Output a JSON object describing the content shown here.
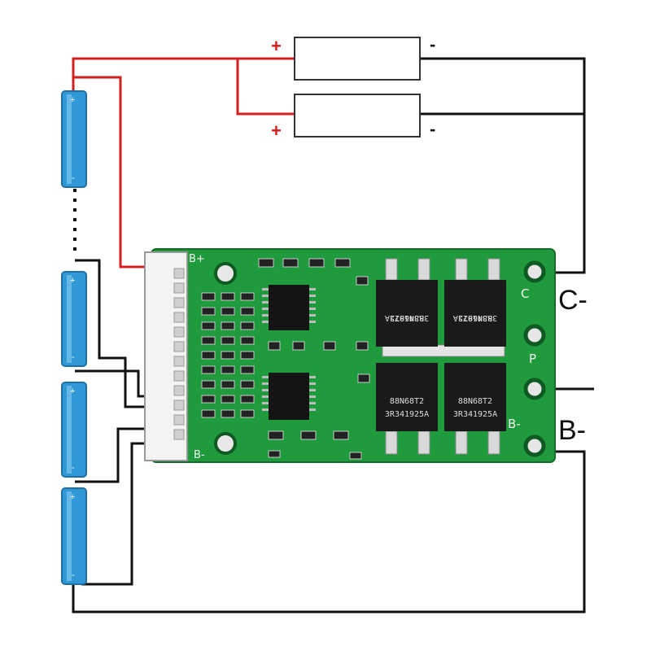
{
  "colors": {
    "wire_red": "#d21f1f",
    "wire_black": "#111111",
    "pcb_green": "#1f9a3c",
    "cell_blue": "#2f98d6",
    "mosfet_black": "#1a1a1a"
  },
  "cells": [
    {
      "plus": "+",
      "minus": "-"
    },
    {
      "plus": "+",
      "minus": "-"
    },
    {
      "plus": "+",
      "minus": "-"
    },
    {
      "plus": "+",
      "minus": "-"
    }
  ],
  "resistors": [
    {
      "plus": "+",
      "minus": "-"
    },
    {
      "plus": "+",
      "minus": "-"
    }
  ],
  "terminals": {
    "c_minus": "C-",
    "b_minus": "B-",
    "board_c": "C",
    "board_p": "P",
    "board_b": "B-"
  },
  "board": {
    "b_plus": "B+",
    "b_minus": "B-"
  },
  "mosfets": [
    {
      "line1": "3R341925A",
      "line2": "88N68T2"
    },
    {
      "line1": "3R341925A",
      "line2": "88N68T2"
    },
    {
      "line1": "88N68T2",
      "line2": "3R341925A"
    },
    {
      "line1": "88N68T2",
      "line2": "3R341925A"
    }
  ]
}
